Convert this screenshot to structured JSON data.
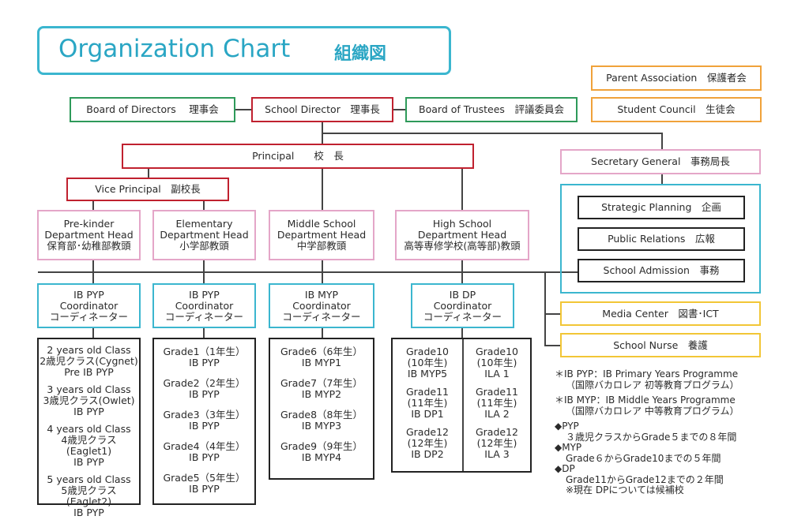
{
  "title": {
    "en": "Organization Chart",
    "jp": "組織図"
  },
  "top_right": {
    "parent": "Parent Association　保護者会",
    "student": "Student Council　生徒会"
  },
  "row1": {
    "board_directors": "Board of Directors　 理事会",
    "school_director": "School Director　理事長",
    "board_trustees": "Board of Trustees　評議委員会"
  },
  "principal": "Principal　　校　長",
  "vice_principal": "Vice Principal　副校長",
  "secretary_general": "Secretary General　事務局長",
  "admin": {
    "strategic": "Strategic Planning　企画",
    "public": "Public Relations　広報",
    "admission": "School Admission　事務"
  },
  "heads": {
    "prek": [
      "Pre-kinder",
      "Department Head",
      "保育部･幼稚部教頭"
    ],
    "elem": [
      "Elementary",
      "Department Head",
      "小学部教頭"
    ],
    "middle": [
      "Middle School",
      "Department Head",
      "中学部教頭"
    ],
    "high": [
      "High School",
      "Department Head",
      "高等専修学校(高等部)教頭"
    ]
  },
  "coords": {
    "pyp1": [
      "IB PYP",
      "Coordinator",
      "コーディネーター"
    ],
    "pyp2": [
      "IB PYP",
      "Coordinator",
      "コーディネーター"
    ],
    "myp": [
      "IB MYP",
      "Coordinator",
      "コーディネーター"
    ],
    "dp": [
      "IB DP",
      "Coordinator",
      "コーディネーター"
    ]
  },
  "media_center": "Media Center　図書･ICT",
  "school_nurse": "School Nurse　養護",
  "prek_classes": [
    [
      "2 years old Class",
      "2歳児クラス(Cygnet)",
      "Pre IB PYP"
    ],
    [
      "3 years old Class",
      "3歳児クラス(Owlet)",
      "IB PYP"
    ],
    [
      "4 years old Class",
      "4歳児クラス(Eaglet1)",
      "IB PYP"
    ],
    [
      "5 years old Class",
      "5歳児クラス(Eaglet2)",
      "IB PYP"
    ]
  ],
  "elem_grades": [
    [
      "Grade1（1年生）",
      "IB PYP"
    ],
    [
      "Grade2（2年生）",
      "IB PYP"
    ],
    [
      "Grade3（3年生）",
      "IB PYP"
    ],
    [
      "Grade4（4年生）",
      "IB PYP"
    ],
    [
      "Grade5（5年生）",
      "IB PYP"
    ]
  ],
  "middle_grades": [
    [
      "Grade6（6年生）",
      "IB MYP1"
    ],
    [
      "Grade7（7年生）",
      "IB MYP2"
    ],
    [
      "Grade8（8年生）",
      "IB MYP3"
    ],
    [
      "Grade9（9年生）",
      "IB MYP4"
    ]
  ],
  "high_left": [
    [
      "Grade10",
      "(10年生)",
      "IB MYP5"
    ],
    [
      "Grade11",
      "(11年生)",
      "IB DP1"
    ],
    [
      "Grade12",
      "(12年生)",
      "IB DP2"
    ]
  ],
  "high_right": [
    [
      "Grade10",
      "(10年生)",
      "ILA 1"
    ],
    [
      "Grade11",
      "(11年生)",
      "ILA 2"
    ],
    [
      "Grade12",
      "(12年生)",
      "ILA 3"
    ]
  ],
  "notes": {
    "pyp_def": "＊IB PYP：IB Primary Years Programme",
    "pyp_jp": "（国際バカロレア 初等教育プログラム）",
    "myp_def": "＊IB MYP：IB Middle Years Programme",
    "myp_jp": "（国際バカロレア 中等教育プログラム）",
    "pyp_head": "◆PYP",
    "pyp_desc": "３歳児クラスからGrade５までの８年間",
    "myp_head": "◆MYP",
    "myp_desc": "Grade６からGrade10までの５年間",
    "dp_head": "◆DP",
    "dp_desc": "Grade11からGrade12までの２年間",
    "dp_note": "※現在 DPについては候補校"
  }
}
